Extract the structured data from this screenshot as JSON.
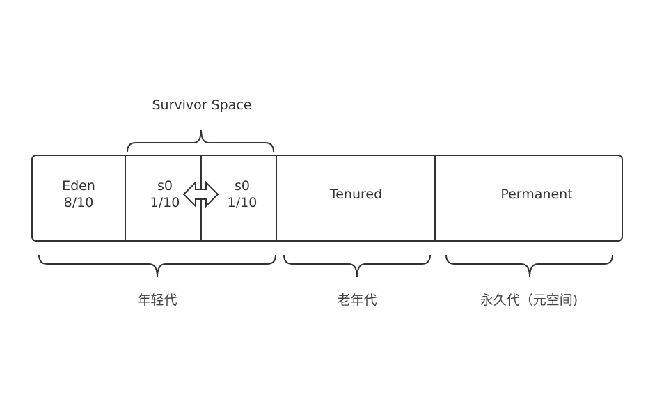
{
  "survivor_space": "Survivor Space",
  "regions": {
    "eden": {
      "name": "Eden",
      "ratio": "8/10"
    },
    "s0_left": {
      "name": "s0",
      "ratio": "1/10"
    },
    "s0_right": {
      "name": "s0",
      "ratio": "1/10"
    },
    "tenured": {
      "name": "Tenured"
    },
    "permanent": {
      "name": "Permanent"
    }
  },
  "groups": {
    "young": "年轻代",
    "old": "老年代",
    "perm": "永久代（元空间)"
  }
}
